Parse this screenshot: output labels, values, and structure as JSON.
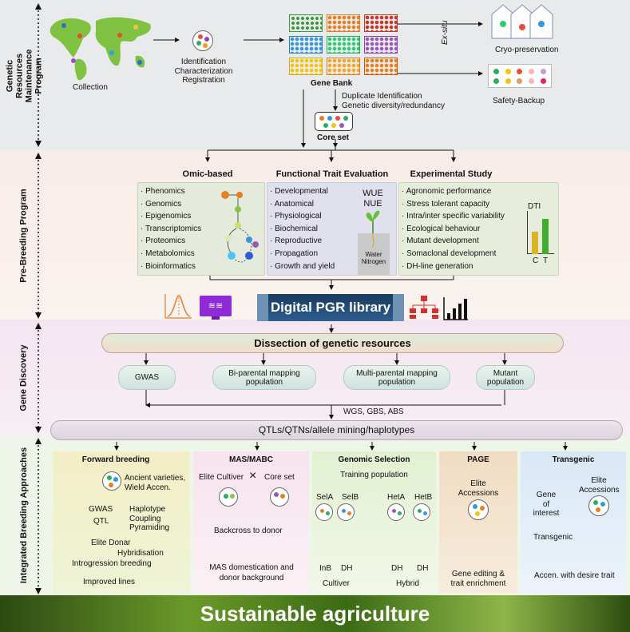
{
  "sections": {
    "s1": "Genetic Resources Maintenance Program",
    "s2": "Pre-Breeding Program",
    "s3": "Gene Discovery",
    "s4": "Integrated Breeding Approaches"
  },
  "top": {
    "collection": "Collection",
    "identification": [
      "Identification",
      "Characterization",
      "Registration"
    ],
    "gene_bank": "Gene Bank",
    "ex_situ": "Ex-situ",
    "cryo": "Cryo-preservation",
    "safety": "Safety-Backup",
    "duplicate": [
      "Duplicate Identification",
      "Genetic diversity/redundancy"
    ],
    "core_set": "Core set"
  },
  "prebreeding": {
    "omic_title": "Omic-based",
    "omic_items": [
      "Phenomics",
      "Genomics",
      "Epigenomics",
      "Transcriptomics",
      "Proteomics",
      "Metabolomics",
      "Bioinformatics"
    ],
    "func_title": "Functional Trait Evaluation",
    "func_items": [
      "Developmental",
      "Anatomical",
      "Physiological",
      "Biochemical",
      "Reproductive",
      "Propagation",
      "Growth and yield"
    ],
    "wue": "WUE",
    "nue": "NUE",
    "water": "Water",
    "nitrogen": "Nitrogen",
    "exp_title": "Experimental Study",
    "exp_items": [
      "Agronomic performance",
      "Stress tolerant capacity",
      "Intra/inter specific variability",
      "Ecological behaviour",
      "Mutant development",
      "Somaclonal development",
      "DH-line generation"
    ],
    "dti": "DTI",
    "c": "C",
    "t": "T",
    "library": "Digital PGR library"
  },
  "gene_discovery": {
    "dissection": "Dissection of genetic resources",
    "gwas": "GWAS",
    "biparental": [
      "Bi-parental mapping",
      "population"
    ],
    "multiparental": [
      "Multi-parental mapping",
      "population"
    ],
    "mutant": [
      "Mutant",
      "population"
    ],
    "seq": "WGS, GBS, ABS",
    "qtl": "QTLs/QTNs/allele mining/haplotypes"
  },
  "breeding": {
    "forward": {
      "title": "Forward breeding",
      "ancient": [
        "Ancient varieties,",
        "Wield Accen."
      ],
      "gwas": "GWAS",
      "qtl": "QTL",
      "haplo": [
        "Haplotype",
        "Coupling",
        "Pyramiding"
      ],
      "elite_donar": "Elite Donar",
      "hybridisation": "Hybridisation",
      "introgression": "Introgression breeding",
      "improved": "Improved lines"
    },
    "mas": {
      "title": "MAS/MABC",
      "elite": "Elite Cultiver",
      "cross": "×",
      "core": "Core set",
      "backcross": "Backcross to donor",
      "domestication": [
        "MAS domestication and",
        "donor background"
      ]
    },
    "gs": {
      "title": "Genomic Selection",
      "training": "Training population",
      "sela": "SelA",
      "selb": "SelB",
      "heta": "HetA",
      "hetb": "HetB",
      "inb": "InB",
      "dh1": "DH",
      "dh2": "DH",
      "dh3": "DH",
      "cultiver": "Cultiver",
      "hybrid": "Hybrid"
    },
    "page": {
      "title": "PAGE",
      "elite": [
        "Elite",
        "Accessions"
      ],
      "editing": [
        "Gene editing &",
        "trait enrichment"
      ]
    },
    "transgenic": {
      "title": "Transgenic",
      "elite": [
        "Elite",
        "Accessions"
      ],
      "gene": [
        "Gene",
        "of",
        "interest"
      ],
      "transgenic": "Transgenic",
      "accen": "Accen. with desire trait"
    }
  },
  "footer": "Sustainable agriculture",
  "colors": {
    "band1": "#e9eaec",
    "band2": "#f8ece8",
    "band3": "#f6e9f1",
    "band4": "#eef6e9",
    "library": "#22466e",
    "forward_bg": "#f4f0c8",
    "mas_bg": "#f6e6ef",
    "gs_bg": "#e6f3d6",
    "page_bg": "#f1dfc6",
    "trans_bg": "#dce9f6"
  }
}
